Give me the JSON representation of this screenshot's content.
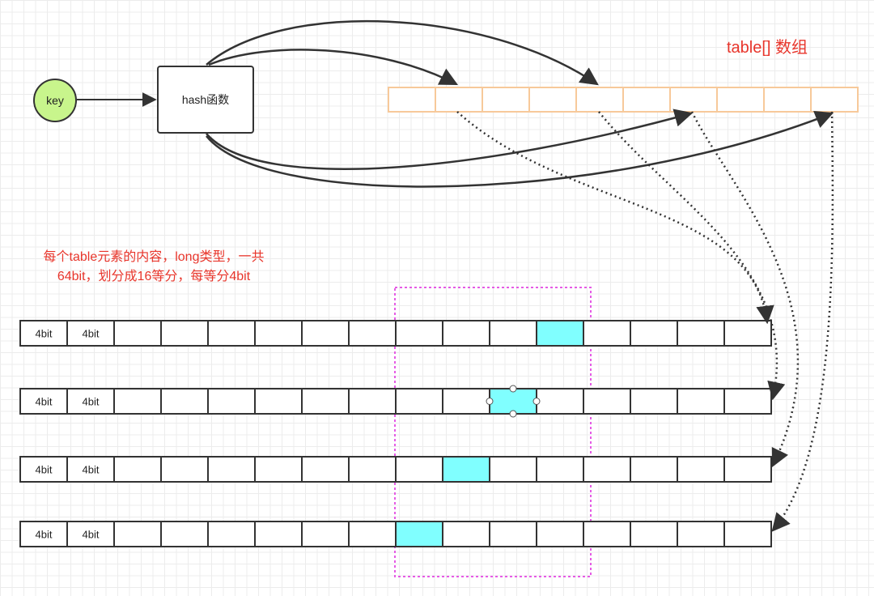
{
  "key_label": "key",
  "hash_label": "hash函数",
  "table_label": "table[] 数组",
  "note_line1": "每个table元素的内容，long类型，一共",
  "note_line2": "64bit，划分成16等分，每等分4bit",
  "cell_label": "4bit",
  "colors": {
    "accent_red": "#e8352b",
    "key_fill": "#c8f58c",
    "array_stroke": "#f7c99a",
    "highlight": "#80ffff",
    "selection": "#e55be5"
  },
  "rows": [
    {
      "cells": [
        "4bit",
        "4bit"
      ],
      "highlighted_index": 11
    },
    {
      "cells": [
        "4bit",
        "4bit"
      ],
      "highlighted_index": 10,
      "selected": true
    },
    {
      "cells": [
        "4bit",
        "4bit"
      ],
      "highlighted_index": 9
    },
    {
      "cells": [
        "4bit",
        "4bit"
      ],
      "highlighted_index": 8
    }
  ]
}
